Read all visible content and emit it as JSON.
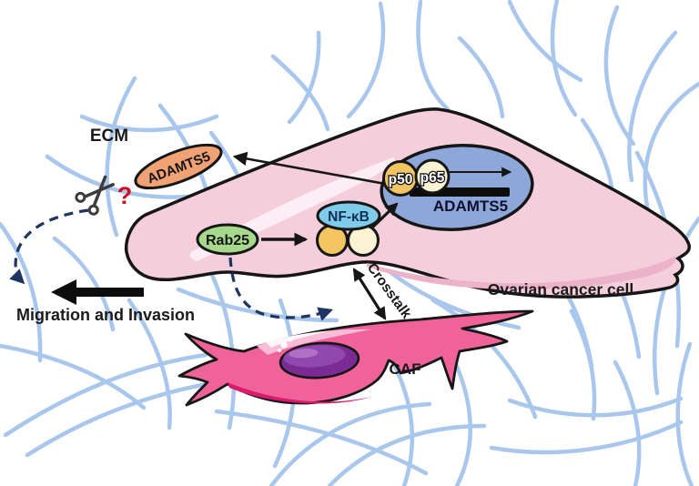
{
  "figure": {
    "type": "signaling-pathway-diagram",
    "labels": {
      "ecm": "ECM",
      "secreted_adamts5": "ADAMTS5",
      "rab25": "Rab25",
      "nfkb": "NF-κB",
      "p50": "p50",
      "p65": "p65",
      "adamts5_gene": "ADAMTS5",
      "migration": "Migration and Invasion",
      "crosstalk": "Crosstalk",
      "ovarian_cancer_cell": "Ovarian cancer cell",
      "caf": "CAF",
      "cleavage_unknown": "?"
    },
    "icons": {
      "scissors": "ecm-cleavage-scissors",
      "promoter_arrow": "gene-transcription-arrow"
    },
    "colors": {
      "ecm_fiber": "#a9c7ec",
      "cancer_cell_fill": "#f4cedb",
      "cancer_cell_highlight": "#fdeef5",
      "cancer_cell_shade": "#ecb2c9",
      "outline": "#161616",
      "nucleus_fill": "#8da7d9",
      "adamts5_fill": "#f1a274",
      "rab25_fill": "#a6d98b",
      "nfkb_fill": "#7fcbe9",
      "p50_fill": "#f3c462",
      "p65_fill": "#fbf2d3",
      "caf_body_fill": "#ef6399",
      "caf_nucleus_fill": "#7b2b94",
      "dashed_arrow": "#1d3563",
      "question_mark": "#cf1220",
      "scissors": "#3c3c3c"
    }
  }
}
